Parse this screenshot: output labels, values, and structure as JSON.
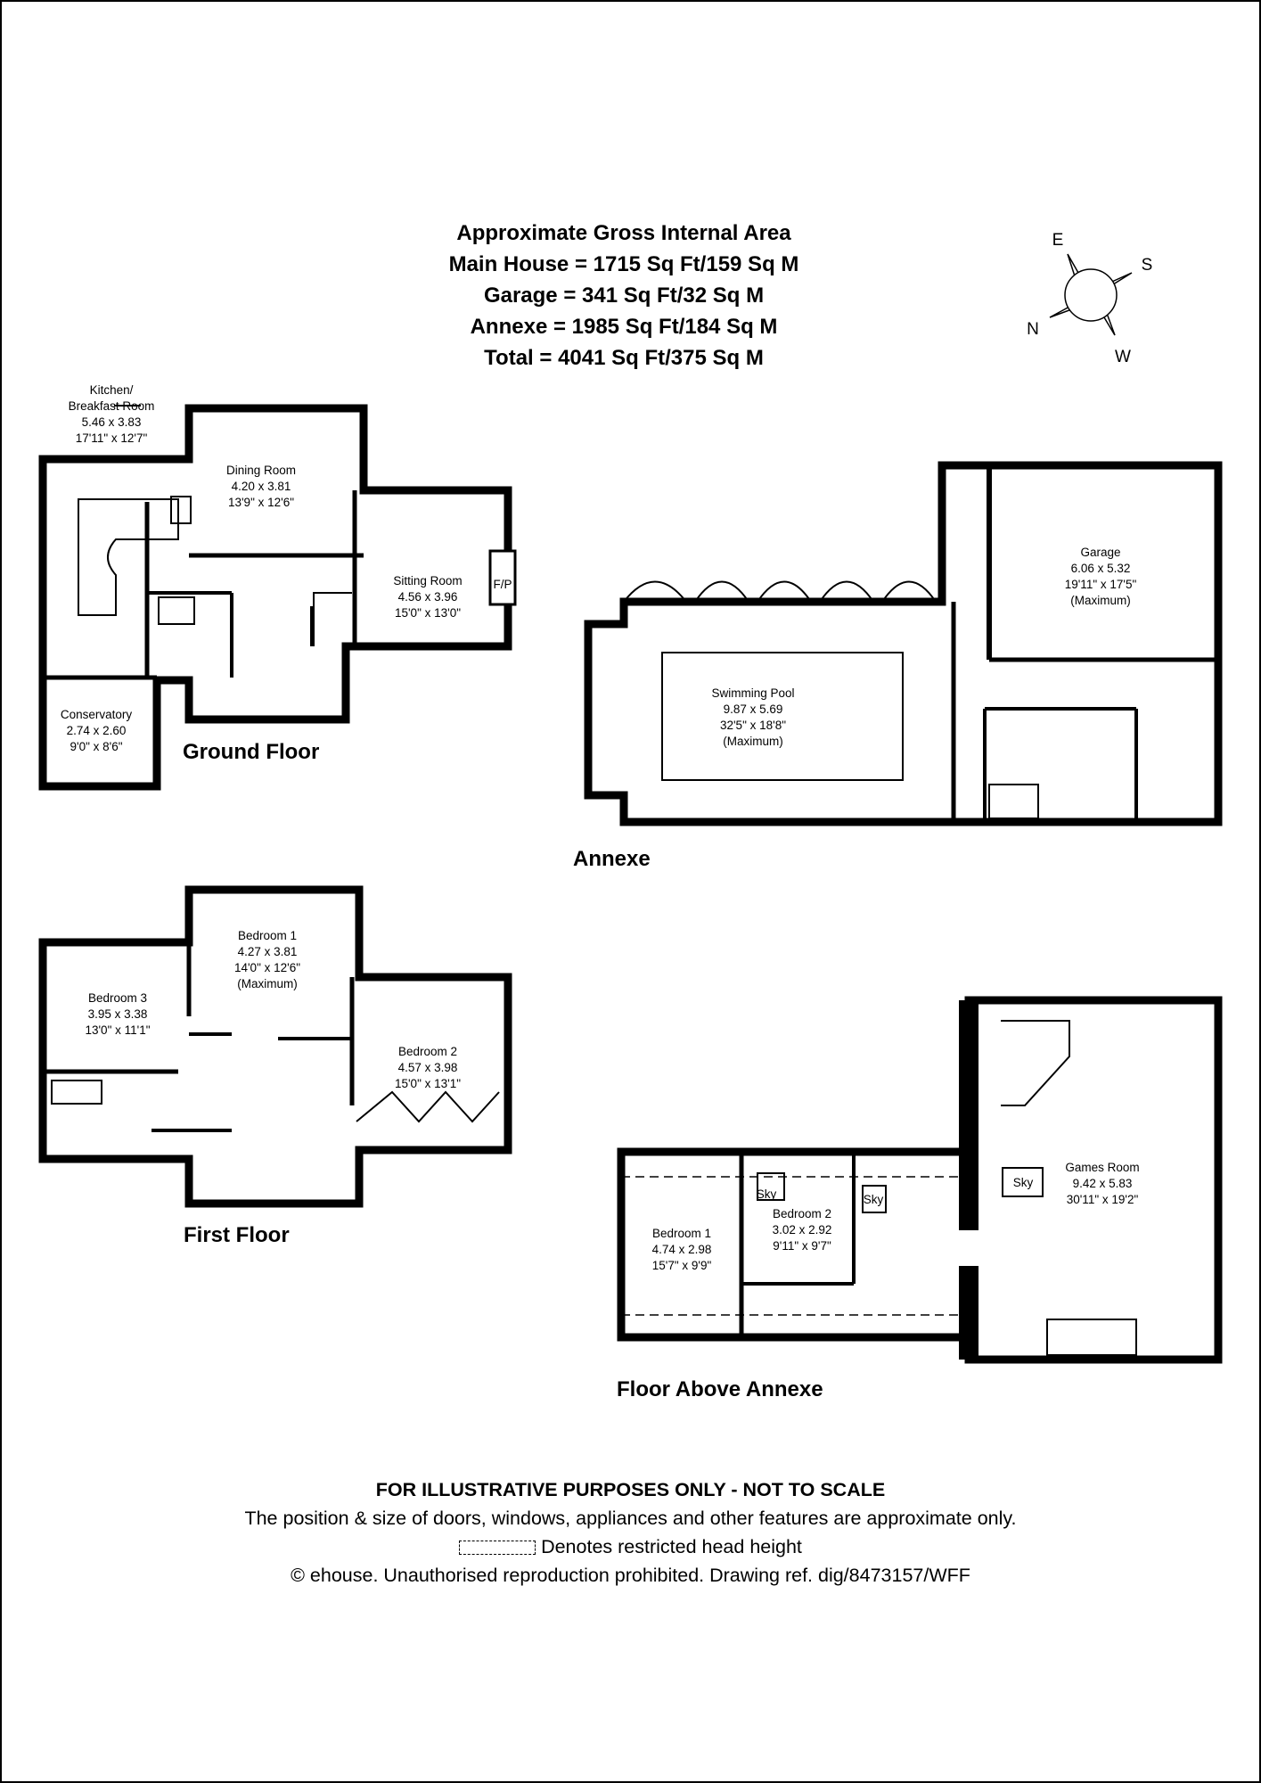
{
  "header": {
    "title": "Approximate Gross Internal Area",
    "main_house": "Main House = 1715 Sq Ft/159 Sq M",
    "garage": "Garage = 341 Sq Ft/32 Sq M",
    "annexe": "Annexe = 1985 Sq Ft/184 Sq M",
    "total": "Total = 4041 Sq Ft/375 Sq M"
  },
  "compass": {
    "n": "N",
    "e": "E",
    "s": "S",
    "w": "W"
  },
  "floors": {
    "ground": "Ground Floor",
    "annexe": "Annexe",
    "first": "First Floor",
    "above_annexe": "Floor Above Annexe"
  },
  "rooms": {
    "kitchen": {
      "name1": "Kitchen/",
      "name2": "Breakfast Room",
      "metric": "5.46 x 3.83",
      "imperial": "17'11\" x 12'7\""
    },
    "dining": {
      "name": "Dining Room",
      "metric": "4.20 x 3.81",
      "imperial": "13'9\" x 12'6\""
    },
    "sitting": {
      "name": "Sitting Room",
      "metric": "4.56 x 3.96",
      "imperial": "15'0\" x 13'0\""
    },
    "fireplace": "F/P",
    "conservatory": {
      "name": "Conservatory",
      "metric": "2.74 x 2.60",
      "imperial": "9'0\" x 8'6\""
    },
    "pool": {
      "name": "Swimming Pool",
      "metric": "9.87 x 5.69",
      "imperial": "32'5\" x 18'8\"",
      "note": "(Maximum)"
    },
    "garage": {
      "name": "Garage",
      "metric": "6.06 x 5.32",
      "imperial": "19'11\" x 17'5\"",
      "note": "(Maximum)"
    },
    "bed1": {
      "name": "Bedroom 1",
      "metric": "4.27 x 3.81",
      "imperial": "14'0\" x 12'6\"",
      "note": "(Maximum)"
    },
    "bed2": {
      "name": "Bedroom 2",
      "metric": "4.57 x 3.98",
      "imperial": "15'0\" x 13'1\""
    },
    "bed3": {
      "name": "Bedroom 3",
      "metric": "3.95 x 3.38",
      "imperial": "13'0\" x 11'1\""
    },
    "a_bed1": {
      "name": "Bedroom 1",
      "metric": "4.74 x 2.98",
      "imperial": "15'7\" x 9'9\""
    },
    "a_bed2": {
      "name": "Bedroom 2",
      "metric": "3.02 x 2.92",
      "imperial": "9'11\" x 9'7\""
    },
    "games": {
      "name": "Games Room",
      "metric": "9.42 x 5.83",
      "imperial": "30'11\" x 19'2\""
    },
    "sky": "Sky"
  },
  "footer": {
    "line1": "FOR ILLUSTRATIVE PURPOSES ONLY - NOT TO SCALE",
    "line2": "The position & size of doors, windows, appliances and other features are approximate only.",
    "line3": "Denotes restricted head height",
    "line4": "© ehouse. Unauthorised reproduction prohibited. Drawing ref. dig/8473157/WFF"
  }
}
